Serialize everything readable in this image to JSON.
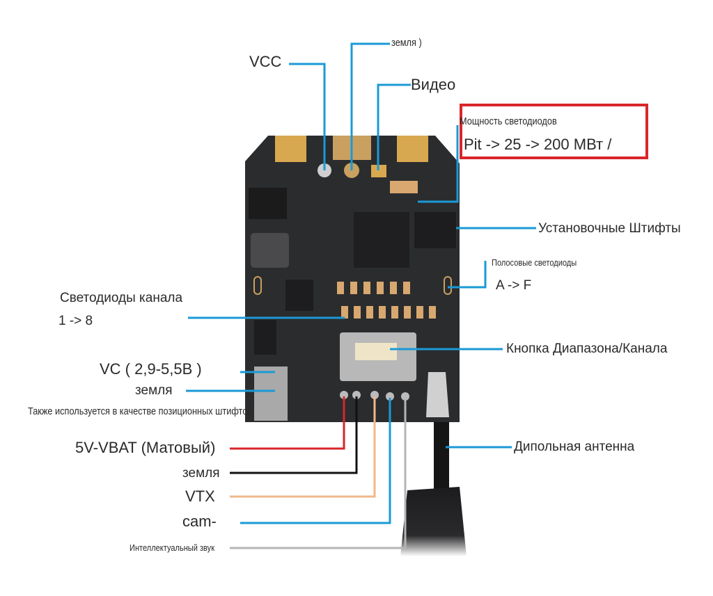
{
  "colors": {
    "leader_blue": "#1a9ad6",
    "leader_red": "#d9262b",
    "leader_black": "#111111",
    "leader_orange": "#f0b88a",
    "leader_grey": "#b5b5b5",
    "highlight_box": "#d9262b",
    "pcb": "#2b2c2e",
    "pad_gold": "#d8a850"
  },
  "labels": {
    "vcc": "VCC",
    "ground_top": "земля )",
    "video": "Видео",
    "led_power_title": "Мощность светодиодов",
    "led_power_values": "Pit -> 25 -> 200 МВт /",
    "mounting_pins": "Установочные Штифты",
    "band_leds_title": "Полосовые светодиоды",
    "band_leds_range": "A -> F",
    "channel_leds_title": "Светодиоды канала",
    "channel_leds_range": "1 -> 8",
    "band_channel_button": "Кнопка Диапазона/Канала",
    "vc_range": "VC ( 2,9-5,5В )",
    "ground_side": "земля",
    "positional_pins_note": "Также используется в качестве позиционных штифтов",
    "dipole_antenna": "Дипольная антенна",
    "vbat": "5V-VBAT (Матовый)",
    "ground_bottom": "земля",
    "vtx": "VTX",
    "cam": "cam-",
    "smart_audio": "Интеллектуальный звук"
  }
}
